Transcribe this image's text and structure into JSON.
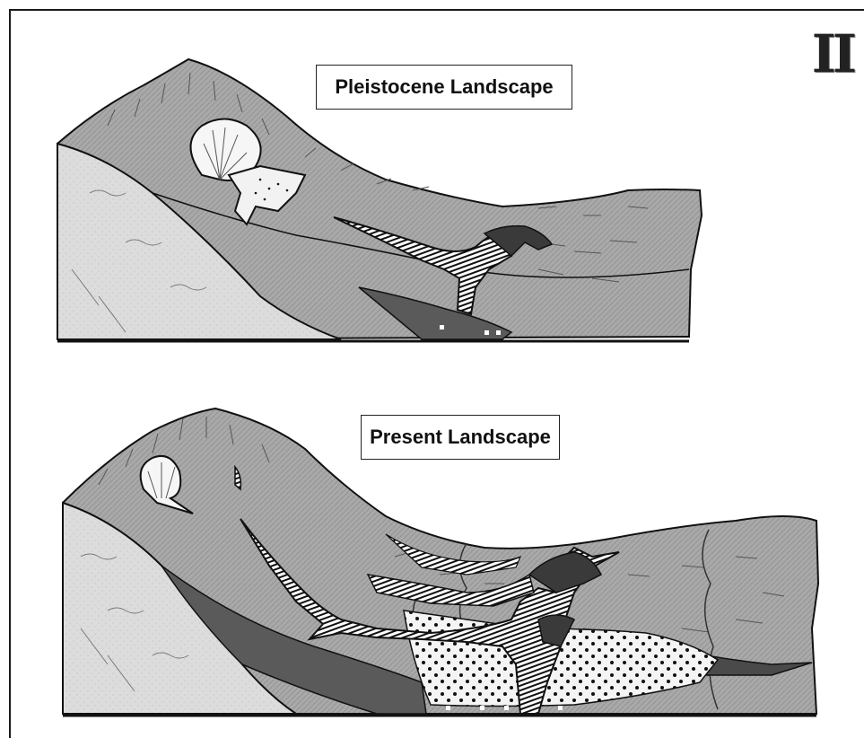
{
  "plate": {
    "number": "II"
  },
  "panels": [
    {
      "title": "Pleistocene Landscape"
    },
    {
      "title": "Present Landscape"
    }
  ],
  "colors": {
    "hill_fill": "#a9a9a9",
    "bedrock_fill": "#d9d9d9",
    "dark_deposit": "#5a5a5a",
    "sand_fill": "#f4f4f4",
    "outline": "#111111"
  }
}
